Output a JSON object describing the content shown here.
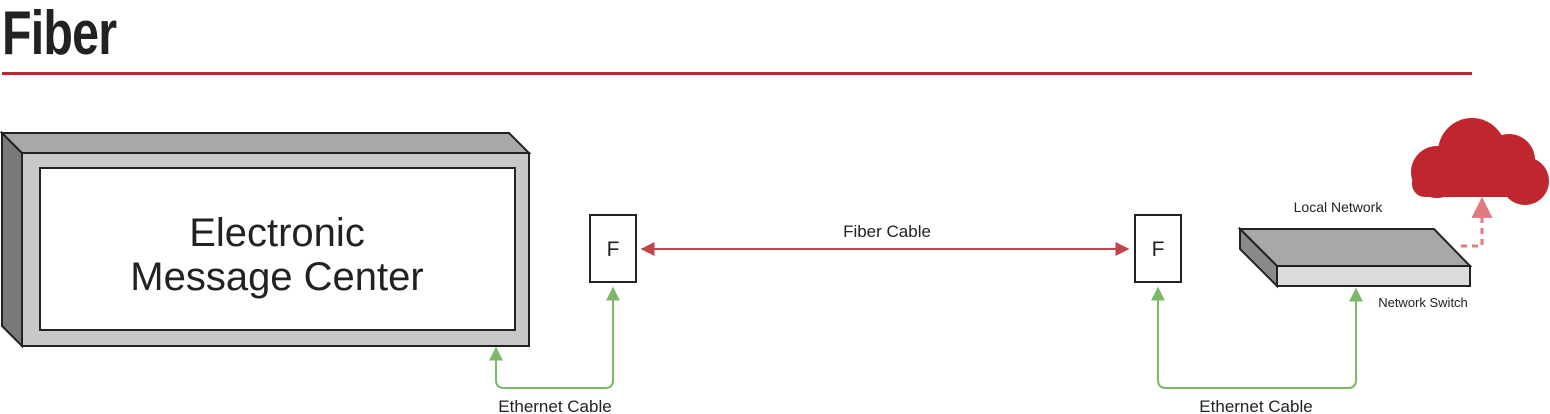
{
  "header": {
    "title": "Fiber",
    "accent_color": "#c0262d"
  },
  "diagram": {
    "sign": {
      "line1": "Electronic",
      "line2": "Message Center"
    },
    "converter_left": {
      "label": "F"
    },
    "converter_right": {
      "label": "F"
    },
    "fiber_cable_label": "Fiber Cable",
    "ethernet_left_label": "Ethernet Cable",
    "ethernet_right_label": "Ethernet Cable",
    "local_network_label": "Local Network",
    "network_switch_label": "Network Switch",
    "colors": {
      "fiber_link": "#c0454b",
      "ethernet_link": "#7cb86a",
      "cloud": "#c0262d",
      "uplink": "#e07a80"
    }
  }
}
